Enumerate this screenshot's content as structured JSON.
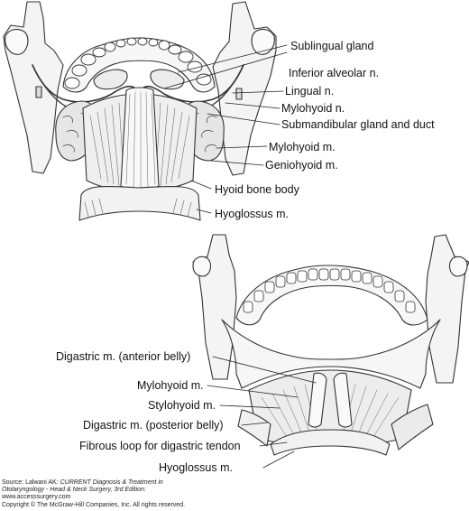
{
  "top_figure": {
    "labels": {
      "sublingual_gland": "Sublingual gland",
      "inferior_alveolar_n": "Inferior alveolar n.",
      "lingual_n": "Lingual n.",
      "mylohyoid_n": "Mylohyoid n.",
      "submandibular_gland_duct": "Submandibular gland and duct",
      "mylohyoid_m": "Mylohyoid m.",
      "geniohyoid_m": "Geniohyoid m.",
      "hyoid_bone_body": "Hyoid bone body",
      "hyoglossus_m": "Hyoglossus m."
    }
  },
  "bottom_figure": {
    "labels": {
      "digastric_anterior": "Digastric m. (anterior belly)",
      "mylohyoid_m": "Mylohyoid m.",
      "stylohyoid_m": "Stylohyoid m.",
      "digastric_posterior": "Digastric m. (posterior belly)",
      "fibrous_loop": "Fibrous loop for digastric tendon",
      "hyoglossus_m": "Hyoglossus m."
    }
  },
  "source": {
    "line1_prefix": "Source: Lalwani AK: ",
    "line1_title": "CURRENT Diagnosis & Treatment in",
    "line2_title": "Otolaryngology - Head & Neck Surgery, 3rd Edition:",
    "line3": "www.accesssurgery.com",
    "line4": "Copyright © The McGraw-Hill Companies, Inc. All rights reserved."
  }
}
